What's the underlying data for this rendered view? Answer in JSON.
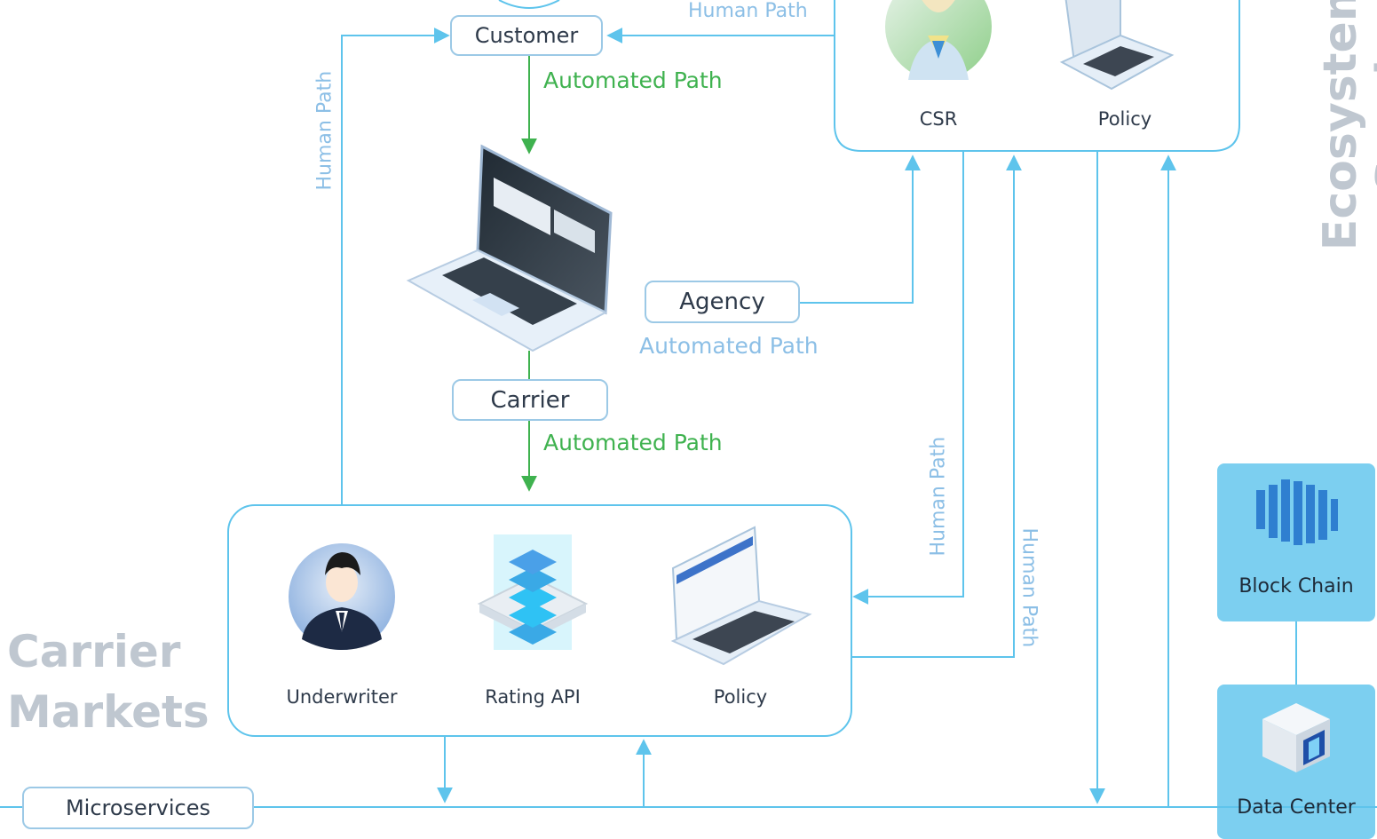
{
  "nodes": {
    "customer": "Customer",
    "agency": "Agency",
    "carrier": "Carrier",
    "microservices": "Microservices"
  },
  "path_labels": {
    "human_path_top": "Human Path",
    "human_path_left": "Human Path",
    "automated_path_1": "Automated Path",
    "automated_path_agency": "Automated Path",
    "automated_path_2": "Automated Path",
    "human_path_right1": "Human Path",
    "human_path_right2": "Human Path"
  },
  "ecosystem_panel": {
    "csr_label": "CSR",
    "policy_label": "Policy"
  },
  "carrier_panel": {
    "underwriter_label": "Underwriter",
    "rating_label": "Rating API",
    "policy_label": "Policy"
  },
  "section_titles": {
    "carrier_markets_line1": "Carrier",
    "carrier_markets_line2": "Markets",
    "ecosystem_services": "Ecosystem Services"
  },
  "tiles": {
    "block_chain": "Block Chain",
    "data_center": "Data Center"
  },
  "colors": {
    "line_blue": "#5ec4ec",
    "automated_green": "#3fb24f",
    "pill_border": "#9cc9e6",
    "tile_fill": "#7ccff0",
    "title_gray": "#bfc7d0"
  }
}
